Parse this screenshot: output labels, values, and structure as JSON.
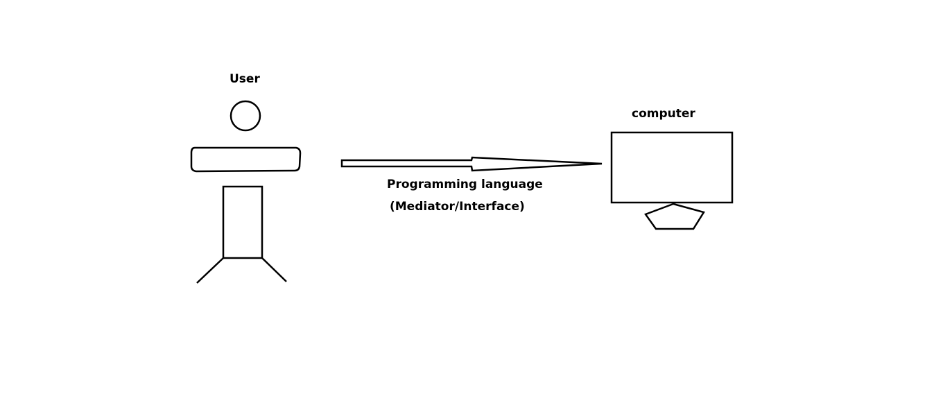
{
  "diagram": {
    "user_label": "User",
    "computer_label": "computer",
    "connector_label_line1": "Programming language",
    "connector_label_line2": "(Mediator/Interface)",
    "stroke_color": "#000000",
    "background_color": "#ffffff"
  }
}
